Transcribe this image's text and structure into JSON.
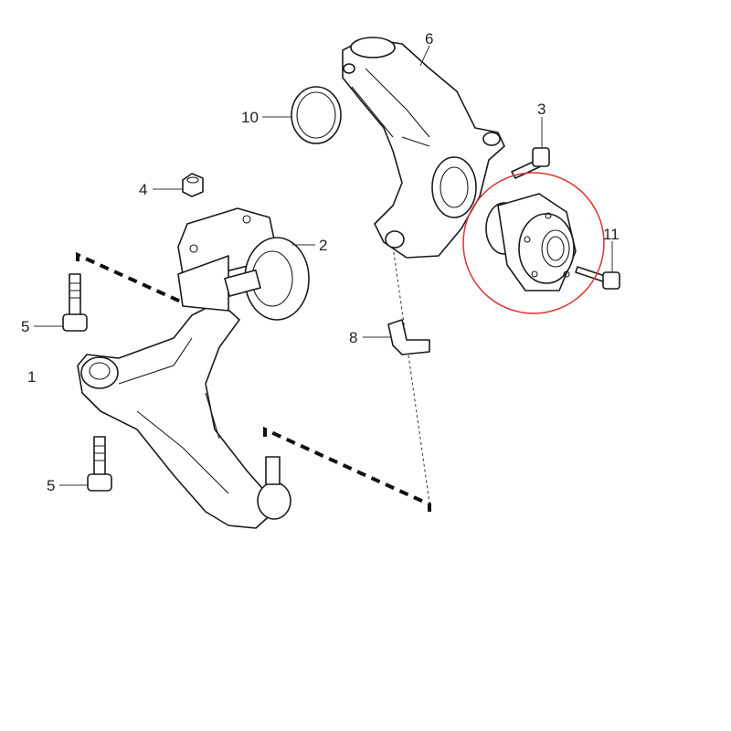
{
  "diagram": {
    "title": "Front suspension exploded view",
    "highlight_color": "#e03030",
    "labels": {
      "control_arm": "1",
      "bushing": "2",
      "hub_bolt": "3",
      "nut": "4",
      "bolt_upper": "5",
      "bolt_lower": "5",
      "steering_knuckle": "6",
      "clip": "8",
      "seal_ring": "10",
      "wheel_hub": "11"
    }
  }
}
